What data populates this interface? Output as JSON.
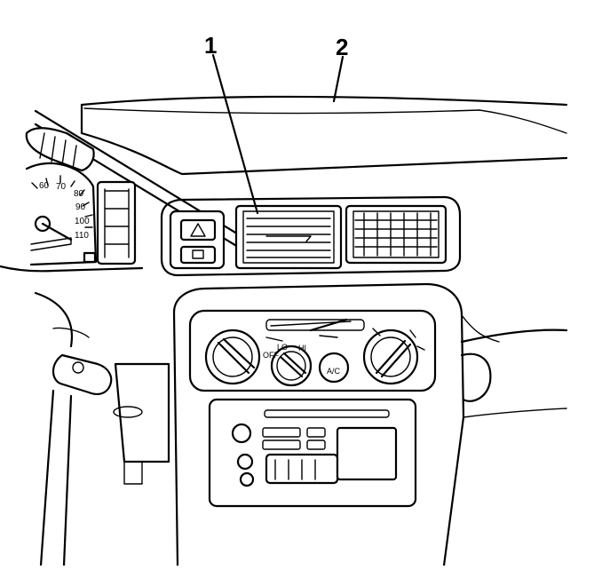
{
  "callouts": [
    {
      "id": "1",
      "label": "1"
    },
    {
      "id": "2",
      "label": "2"
    }
  ],
  "speedometer": {
    "ticks": [
      "60",
      "70",
      "80",
      "90",
      "100",
      "110"
    ]
  },
  "climate_control": {
    "off_label": "OFF",
    "lo_label": "LO",
    "hi_label": "HI",
    "ac_label": "A/C"
  }
}
